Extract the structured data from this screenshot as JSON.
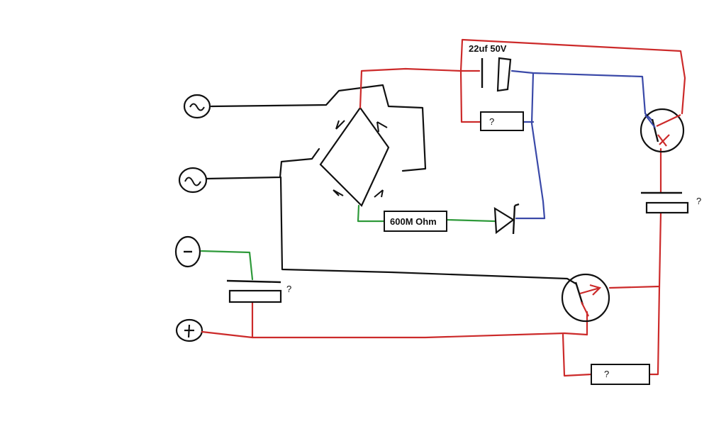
{
  "colors": {
    "red_wire": "#cc2a2a",
    "black_wire": "#111111",
    "blue_wire": "#3a49a8",
    "green_wire": "#2e9a3a",
    "background": "#ffffff"
  },
  "labels": {
    "cap_top": "22uf 50V",
    "resistor_top": "?",
    "resistor_600m": "600M Ohm",
    "cap_right": "?",
    "cap_left": "?",
    "resistor_bottom": "?"
  },
  "terminals": {
    "ac1": "AC",
    "ac2": "AC",
    "minus": "−",
    "plus": "+"
  },
  "components": [
    "ac-terminal-1",
    "ac-terminal-2",
    "minus-terminal",
    "plus-terminal",
    "bridge-rectifier",
    "capacitor-22uf",
    "resistor-top",
    "resistor-600m",
    "zener-diode",
    "transistor-top",
    "capacitor-right",
    "transistor-bottom",
    "capacitor-left",
    "resistor-bottom"
  ]
}
